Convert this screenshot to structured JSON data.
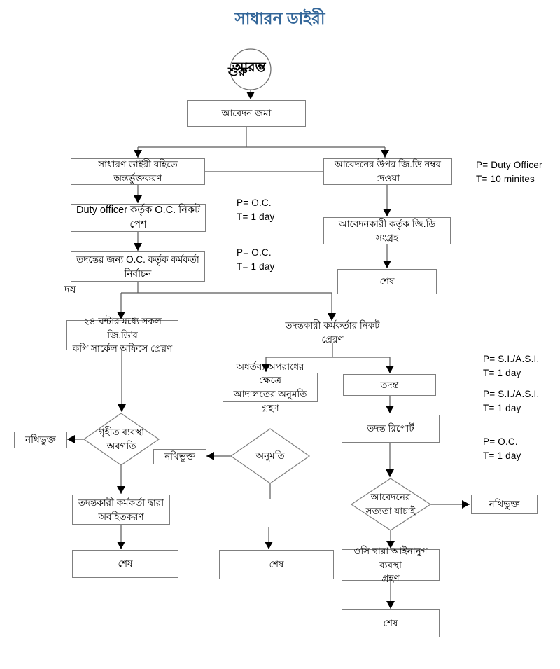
{
  "title": "সাধারন ডাইরী",
  "colors": {
    "title_blue": "#336699",
    "box_border": "#7f7f7f",
    "line": "#595959",
    "arrow": "#000000",
    "background": "#ffffff"
  },
  "start": {
    "overlap_label_1": "আরম্ভ",
    "overlap_label_2": "শুরু"
  },
  "nodes": {
    "apply": {
      "label": "আবেদন জমা"
    },
    "gd_entry": {
      "label": "সাধারণ ডাইরী বহিতে অন্তর্ভুক্তকরণ"
    },
    "gd_number": {
      "label": "আবেদনের উপর জি.ডি নম্বর দেওয়া"
    },
    "duty_officer": {
      "label": "Duty officer কর্তৃক O.C. নিকট\nপেশ"
    },
    "officer_select": {
      "label": "তদন্তের জন্য O.C. কর্তৃক কর্মকর্তা\nনির্বাচন"
    },
    "gd_collect": {
      "label": "আবেদনকারী কর্তৃক জি.ডি সংগ্রহ"
    },
    "end_right": {
      "label": "শেষ"
    },
    "copies_24h": {
      "label": "২৪ ঘন্টার মধ্যে সকল জি.ডি'র\nকপি সার্কেল অফিসে প্রেরণ"
    },
    "send_io": {
      "label": "তদন্তকারী কর্মকর্তার নিকট প্রেরণ"
    },
    "court_permission": {
      "label": "অধর্তব্য অপরাধের ক্ষেত্রে\nআদালতের অনুমতি গ্রহণ"
    },
    "investigation": {
      "label": "তদন্ত"
    },
    "invest_report": {
      "label": "তদন্ত রিপোর্ট"
    },
    "decision_action": {
      "label": "গৃহীত ব্যবস্থা\nঅবগতি"
    },
    "decision_permit": {
      "label": "অনুমতি"
    },
    "decision_verify": {
      "label": "আবেদনের\nসত্যতা যাচাই"
    },
    "recorded_left": {
      "label": "নথিভুক্ত"
    },
    "recorded_mid": {
      "label": "নথিভুক্ত"
    },
    "recorded_right": {
      "label": "নথিভুক্ত"
    },
    "notify": {
      "label": "তদন্তকারী কর্মকর্তা দ্বারা\nঅবহিতকরণ"
    },
    "end_left": {
      "label": "শেষ"
    },
    "end_mid": {
      "label": "শেষ"
    },
    "legal_action": {
      "label": "ওসি দ্বারা আইনানুগ ব্যবস্থা\nগ্রহণ"
    },
    "end_bottom": {
      "label": "শেষ"
    }
  },
  "annotations": {
    "duty": {
      "text": "P= Duty Officer\nT= 10 minites"
    },
    "oc1": {
      "text": "P= O.C.\nT= 1 day"
    },
    "oc2": {
      "text": "P= O.C.\nT= 1 day"
    },
    "si1": {
      "text": "P= S.I./A.S.I.\nT= 1 day"
    },
    "si2": {
      "text": "P= S.I./A.S.I.\nT= 1 day"
    },
    "oc3": {
      "text": "P= O.C.\nT= 1 day"
    }
  },
  "stray_text": "দয"
}
